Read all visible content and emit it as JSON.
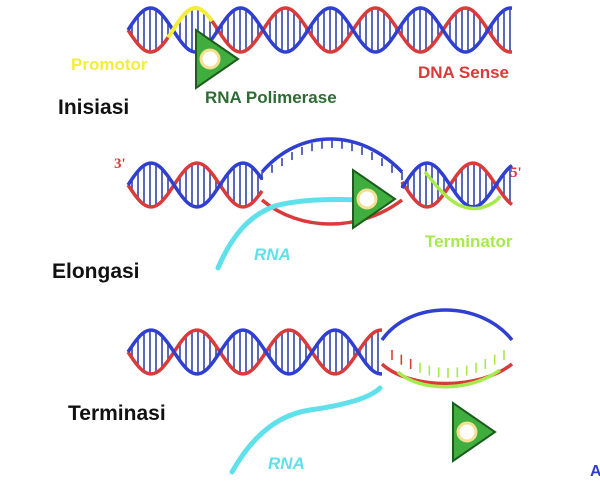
{
  "labels": {
    "promotor": "Promotor",
    "dna_sense": "DNA Sense",
    "rna_polimerase": "RNA Polimerase",
    "inisiasi": "Inisiasi",
    "elongasi": "Elongasi",
    "terminator": "Terminator",
    "terminasi": "Terminasi",
    "rna_1": "RNA",
    "rna_2": "RNA",
    "end_3": "3'",
    "end_5": "5'",
    "corner_mark": "A"
  },
  "colors": {
    "strand_red": "#d93a3a",
    "strand_blue": "#2f3fd0",
    "rung": "#3444a8",
    "promotor": "#f2ee3a",
    "polymerase_fill": "#3fae3f",
    "polymerase_stroke": "#1c5c1c",
    "polymerase_center": "#f3df8f",
    "rna": "#5fe0ea",
    "terminator": "#a6ea4c",
    "title_text": "#111111",
    "rna_pol_text": "#2e6b35"
  }
}
